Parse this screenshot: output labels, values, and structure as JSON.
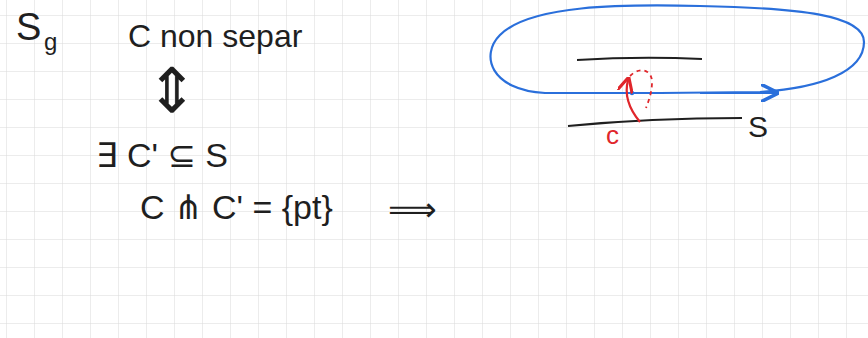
{
  "diagram": {
    "labels": [
      "S",
      "g",
      "C non separ",
      "⇕",
      "∃ C' ⊆ S",
      "C ⋔ C' = {pt}",
      "⟹",
      "c",
      "S"
    ]
  }
}
